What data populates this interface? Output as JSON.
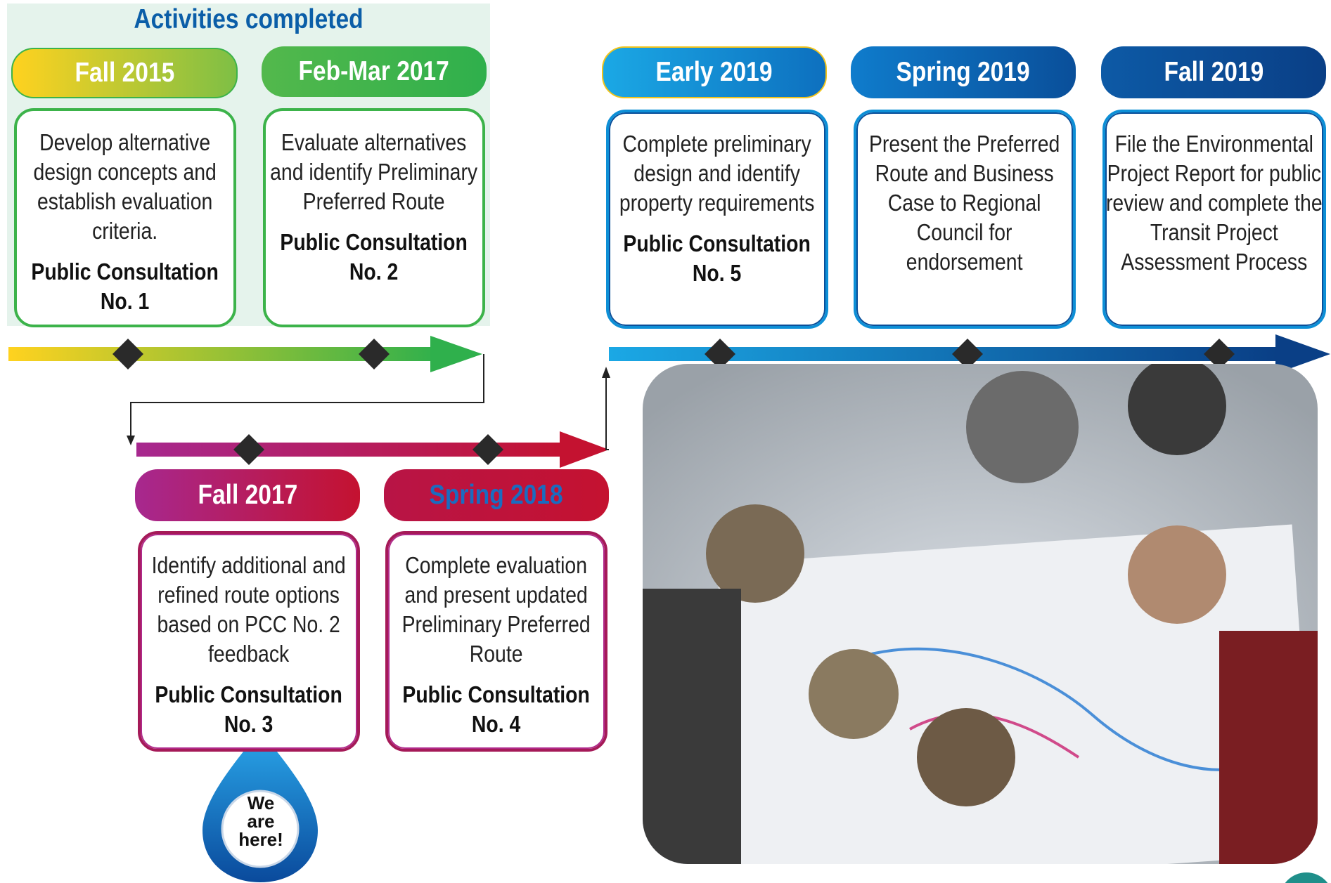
{
  "panel_title": "Activities completed",
  "milestones": [
    {
      "date": "Fall 2015",
      "description": "Develop alternative design concepts and establish evaluation criteria.",
      "consultation": "Public Consultation No. 1"
    },
    {
      "date": "Feb-Mar 2017",
      "description": "Evaluate alternatives and identify Preliminary Preferred Route",
      "consultation": "Public Consultation No. 2"
    },
    {
      "date": "Fall 2017",
      "description": "Identify additional and refined route options based on PCC No. 2 feedback",
      "consultation": "Public Consultation No. 3"
    },
    {
      "date": "Spring 2018",
      "description": "Complete evaluation and present updated Preliminary Preferred Route",
      "consultation": "Public Consultation No. 4"
    },
    {
      "date": "Early 2019",
      "description": "Complete preliminary design and identify property requirements",
      "consultation": "Public Consultation No. 5"
    },
    {
      "date": "Spring 2019",
      "description": "Present the Preferred Route and Business Case to Regional Council for endorsement",
      "consultation": ""
    },
    {
      "date": "Fall 2019",
      "description": "File the Environmental Project Report for public review and complete the Transit Project Assessment Process",
      "consultation": ""
    }
  ],
  "current_marker": {
    "line1": "We",
    "line2": "are",
    "line3": "here!"
  },
  "colors": {
    "title_blue": "#0b5ea8",
    "green_start": "#ffd21f",
    "green_end": "#2fb04c",
    "magenta": "#a7288f",
    "crimson": "#c41230",
    "blue_light": "#1ba8e5",
    "blue_dark": "#0a3f86",
    "spring2018_text": "#1a6cc0"
  }
}
